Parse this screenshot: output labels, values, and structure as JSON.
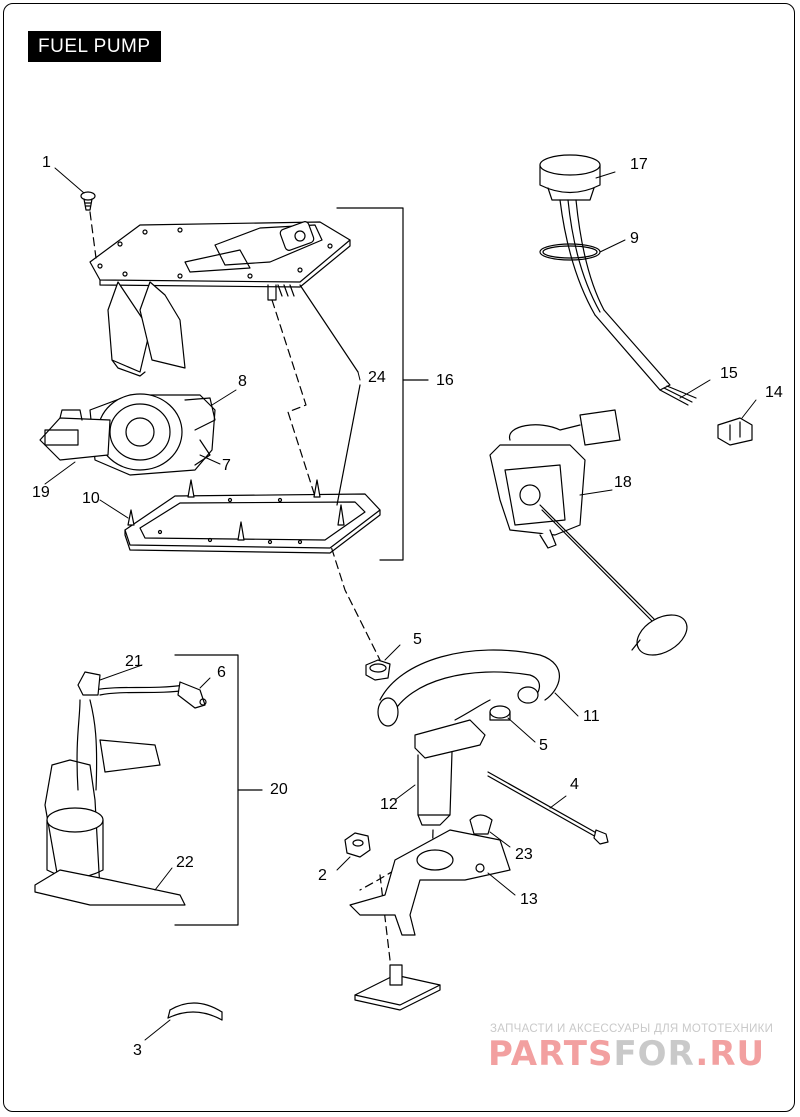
{
  "title": "FUEL PUMP",
  "callouts": {
    "c1": "1",
    "c2": "2",
    "c3": "3",
    "c4": "4",
    "c5a": "5",
    "c5b": "5",
    "c6": "6",
    "c7": "7",
    "c8": "8",
    "c9": "9",
    "c10": "10",
    "c11": "11",
    "c12": "12",
    "c13": "13",
    "c14": "14",
    "c15": "15",
    "c16": "16",
    "c17": "17",
    "c18": "18",
    "c19": "19",
    "c20": "20",
    "c21": "21",
    "c22": "22",
    "c23": "23",
    "c24": "24"
  },
  "watermark": {
    "tagline": "ЗАПЧАСТИ И АКСЕССУАРЫ ДЛЯ МОТОТЕХНИКИ",
    "logo_main": "PARTS",
    "logo_mid": "FOR",
    "logo_end": ".RU"
  },
  "colors": {
    "ink": "#000000",
    "watermark_red": "#f2a0a0",
    "watermark_gray": "#c9c9c9"
  }
}
